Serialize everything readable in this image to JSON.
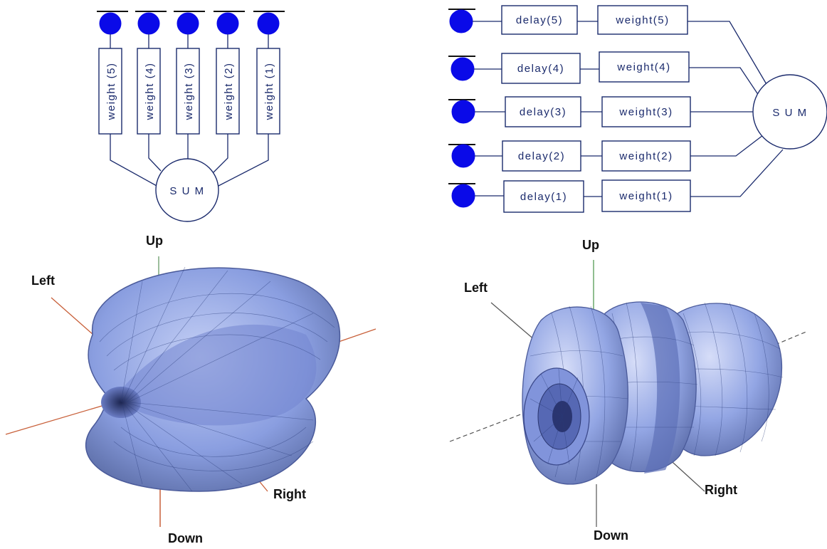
{
  "top_left": {
    "weights": [
      "weight (5)",
      "weight (4)",
      "weight (3)",
      "weight (2)",
      "weight (1)"
    ],
    "sum": "S U M"
  },
  "top_right": {
    "delays": [
      "delay(5)",
      "delay(4)",
      "delay(3)",
      "delay(2)",
      "delay(1)"
    ],
    "weights": [
      "weight(5)",
      "weight(4)",
      "weight(3)",
      "weight(2)",
      "weight(1)"
    ],
    "sum": "S U M"
  },
  "bottom_left": {
    "up": "Up",
    "down": "Down",
    "left": "Left",
    "right": "Right"
  },
  "bottom_right": {
    "up": "Up",
    "down": "Down",
    "left": "Left",
    "right": "Right"
  },
  "colors": {
    "node": "#0a0ae8",
    "lobe": "#8a9ee0",
    "lobe_dark": "#4e5fae",
    "wire": "#1a2a6c"
  }
}
